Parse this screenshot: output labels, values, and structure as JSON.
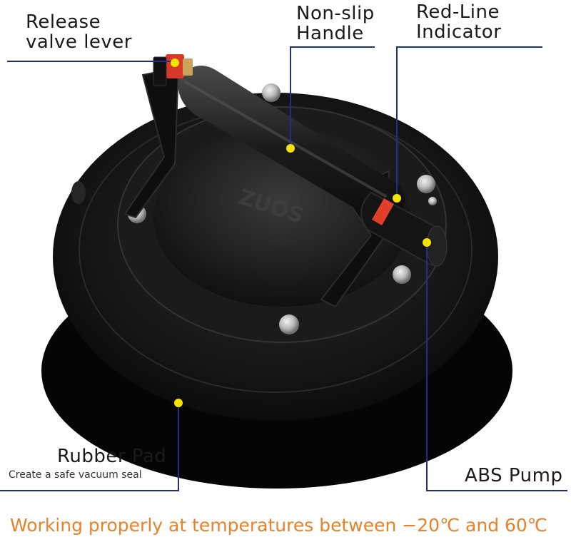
{
  "labels": {
    "release_valve": [
      "Release",
      "valve lever"
    ],
    "handle": [
      "Non-slip",
      "Handle"
    ],
    "indicator": [
      "Red-Line",
      "Indicator"
    ],
    "pad_title": "Rubber Pad",
    "pad_subtitle": "Create a safe vacuum seal",
    "pump": "ABS Pump"
  },
  "brand": "ZUOS",
  "footer": "Working properly at temperatures between −20℃ and 60℃",
  "colors": {
    "accent_line": "#1f2f8a",
    "marker": "#f5e400",
    "footer": "#e8822a",
    "product_body": "#141414",
    "red_ring": "#e0402a"
  },
  "icons": {
    "marker": "yellow-dot-marker"
  }
}
